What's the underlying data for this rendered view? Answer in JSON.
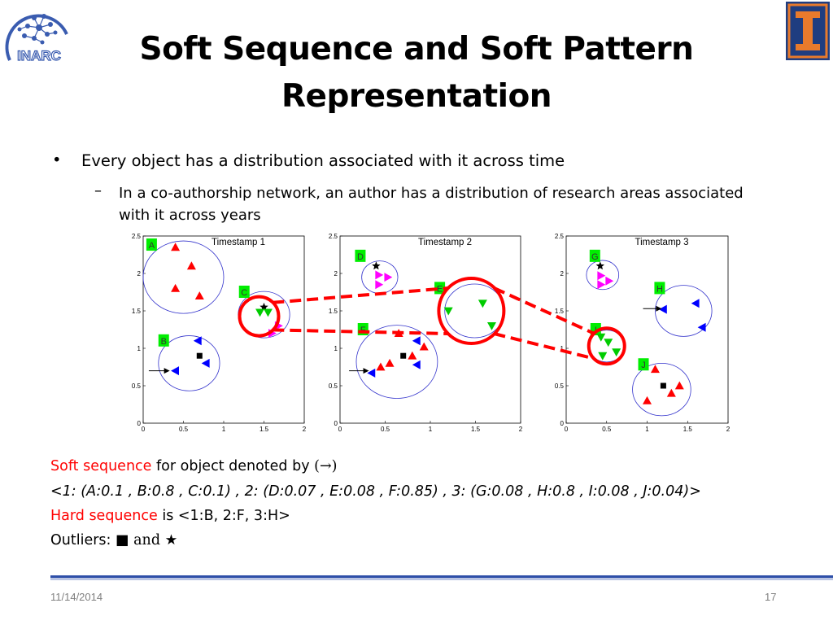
{
  "logos": {
    "left_text": "INARC",
    "right_text": "I"
  },
  "title": "Soft Sequence and Soft Pattern Representation",
  "bullet1": "Every object has a distribution associated with it across time",
  "bullet2": "In a co-authorship network, an author has a distribution of research areas associated with it across years",
  "bullet_symbol": "•",
  "dash_symbol": "–",
  "soft_sequence_label": "Soft sequence",
  "soft_sequence_rest": " for object denoted by ",
  "arrow_symbol": "(→)",
  "sequence_line": "<1: (A:0.1 , B:0.8 , C:0.1) , 2: (D:0.07 , E:0.08 , F:0.85) , 3: (G:0.08 , H:0.8 , I:0.08 , J:0.04)>",
  "hard_sequence_label": "Hard sequence",
  "hard_sequence_rest": " is <1:B, 2:F, 3:H>",
  "outliers_label": "Outliers: ",
  "outlier_square": "■",
  "outliers_and": " and ",
  "outlier_star": "★",
  "footer": {
    "date": "11/14/2014",
    "page": "17"
  },
  "colors": {
    "red": "#ff0000",
    "green": "#00cc00",
    "blue": "#0000ff",
    "magenta": "#ff00ff",
    "circle": "#3333cc",
    "label_bg": "#00ee00",
    "highlight": "#ff0000",
    "footer_blue": "#2e4fa8"
  },
  "chart_data": [
    {
      "type": "scatter",
      "title": "Timestamp 1",
      "xlim": [
        0,
        2
      ],
      "ylim": [
        0,
        2.5
      ],
      "xticks": [
        "0",
        "0.5",
        "1",
        "1.5",
        "2"
      ],
      "yticks": [
        "0",
        "0.5",
        "1",
        "1.5",
        "2",
        "2.5"
      ],
      "clusters": [
        {
          "label": "A",
          "cx": 0.5,
          "cy": 1.95,
          "r": 0.5,
          "label_x": 0.1,
          "label_y": 2.38,
          "points": [
            {
              "x": 0.4,
              "y": 2.35,
              "shape": "tri-up",
              "color": "red"
            },
            {
              "x": 0.6,
              "y": 2.1,
              "shape": "tri-up",
              "color": "red"
            },
            {
              "x": 0.4,
              "y": 1.8,
              "shape": "tri-up",
              "color": "red"
            },
            {
              "x": 0.7,
              "y": 1.7,
              "shape": "tri-up",
              "color": "red"
            }
          ]
        },
        {
          "label": "B",
          "cx": 0.57,
          "cy": 0.8,
          "r": 0.38,
          "label_x": 0.25,
          "label_y": 1.1,
          "points": [
            {
              "x": 0.68,
              "y": 1.1,
              "shape": "tri-left",
              "color": "blue"
            },
            {
              "x": 0.7,
              "y": 0.9,
              "shape": "square",
              "color": "black"
            },
            {
              "x": 0.78,
              "y": 0.8,
              "shape": "tri-left",
              "color": "blue"
            },
            {
              "x": 0.4,
              "y": 0.7,
              "shape": "tri-left",
              "color": "blue"
            }
          ]
        },
        {
          "label": "C",
          "cx": 1.5,
          "cy": 1.45,
          "r": 0.32,
          "label_x": 1.25,
          "label_y": 1.75,
          "points": [
            {
              "x": 1.5,
              "y": 1.55,
              "shape": "star",
              "color": "black"
            },
            {
              "x": 1.45,
              "y": 1.48,
              "shape": "tri-down",
              "color": "green"
            },
            {
              "x": 1.55,
              "y": 1.48,
              "shape": "tri-down",
              "color": "green"
            },
            {
              "x": 1.68,
              "y": 1.3,
              "shape": "tri-right",
              "color": "magenta"
            },
            {
              "x": 1.6,
              "y": 1.2,
              "shape": "tri-right",
              "color": "magenta"
            }
          ]
        }
      ],
      "arrow": {
        "x1": 0.07,
        "y1": 0.7,
        "x2": 0.33,
        "y2": 0.7
      }
    },
    {
      "type": "scatter",
      "title": "Timestamp 2",
      "xlim": [
        0,
        2
      ],
      "ylim": [
        0,
        2.5
      ],
      "xticks": [
        "0",
        "0.5",
        "1",
        "1.5",
        "2"
      ],
      "yticks": [
        "0",
        "0.5",
        "1",
        "1.5",
        "2",
        "2.5"
      ],
      "clusters": [
        {
          "label": "D",
          "cx": 0.44,
          "cy": 1.95,
          "r": 0.2,
          "label_x": 0.22,
          "label_y": 2.23,
          "points": [
            {
              "x": 0.4,
              "y": 2.1,
              "shape": "star",
              "color": "black"
            },
            {
              "x": 0.43,
              "y": 1.98,
              "shape": "tri-right",
              "color": "magenta"
            },
            {
              "x": 0.53,
              "y": 1.95,
              "shape": "tri-right",
              "color": "magenta"
            },
            {
              "x": 0.43,
              "y": 1.85,
              "shape": "tri-right",
              "color": "magenta"
            }
          ]
        },
        {
          "label": "E",
          "cx": 1.49,
          "cy": 1.5,
          "r": 0.33,
          "label_x": 1.1,
          "label_y": 1.8,
          "points": [
            {
              "x": 1.2,
              "y": 1.5,
              "shape": "tri-down",
              "color": "green"
            },
            {
              "x": 1.58,
              "y": 1.6,
              "shape": "tri-down",
              "color": "green"
            },
            {
              "x": 1.68,
              "y": 1.3,
              "shape": "tri-down",
              "color": "green"
            }
          ]
        },
        {
          "label": "F",
          "cx": 0.63,
          "cy": 0.82,
          "r": 0.45,
          "label_x": 0.25,
          "label_y": 1.25,
          "points": [
            {
              "x": 0.65,
              "y": 1.2,
              "shape": "tri-up",
              "color": "red"
            },
            {
              "x": 0.85,
              "y": 1.1,
              "shape": "tri-left",
              "color": "blue"
            },
            {
              "x": 0.93,
              "y": 1.02,
              "shape": "tri-up",
              "color": "red"
            },
            {
              "x": 0.7,
              "y": 0.9,
              "shape": "square",
              "color": "black"
            },
            {
              "x": 0.8,
              "y": 0.9,
              "shape": "tri-up",
              "color": "red"
            },
            {
              "x": 0.55,
              "y": 0.8,
              "shape": "tri-up",
              "color": "red"
            },
            {
              "x": 0.45,
              "y": 0.75,
              "shape": "tri-up",
              "color": "red"
            },
            {
              "x": 0.85,
              "y": 0.78,
              "shape": "tri-left",
              "color": "blue"
            },
            {
              "x": 0.35,
              "y": 0.67,
              "shape": "tri-left",
              "color": "blue"
            }
          ]
        }
      ],
      "arrow": {
        "x1": 0.1,
        "y1": 0.7,
        "x2": 0.32,
        "y2": 0.7
      }
    },
    {
      "type": "scatter",
      "title": "Timestamp 3",
      "xlim": [
        0,
        2
      ],
      "ylim": [
        0,
        2.5
      ],
      "xticks": [
        "0",
        "0.5",
        "1",
        "1.5",
        "2"
      ],
      "yticks": [
        "0",
        "0.5",
        "1",
        "1.5",
        "2",
        "2.5"
      ],
      "clusters": [
        {
          "label": "G",
          "cx": 0.45,
          "cy": 1.98,
          "r": 0.2,
          "label_x": 0.35,
          "label_y": 2.23,
          "points": [
            {
              "x": 0.42,
              "y": 2.1,
              "shape": "star",
              "color": "black"
            },
            {
              "x": 0.43,
              "y": 1.97,
              "shape": "tri-right",
              "color": "magenta"
            },
            {
              "x": 0.53,
              "y": 1.9,
              "shape": "tri-right",
              "color": "magenta"
            },
            {
              "x": 0.43,
              "y": 1.85,
              "shape": "tri-right",
              "color": "magenta"
            }
          ]
        },
        {
          "label": "H",
          "cx": 1.45,
          "cy": 1.5,
          "r": 0.35,
          "label_x": 1.15,
          "label_y": 1.8,
          "points": [
            {
              "x": 1.6,
              "y": 1.6,
              "shape": "tri-left",
              "color": "blue"
            },
            {
              "x": 1.2,
              "y": 1.52,
              "shape": "tri-left",
              "color": "blue"
            },
            {
              "x": 1.68,
              "y": 1.28,
              "shape": "tri-left",
              "color": "blue"
            }
          ]
        },
        {
          "label": "I",
          "cx": 0.5,
          "cy": 1.03,
          "r": 0.22,
          "label_x": 0.36,
          "label_y": 1.25,
          "points": [
            {
              "x": 0.43,
              "y": 1.15,
              "shape": "tri-down",
              "color": "green"
            },
            {
              "x": 0.52,
              "y": 1.08,
              "shape": "tri-down",
              "color": "green"
            },
            {
              "x": 0.62,
              "y": 0.95,
              "shape": "tri-down",
              "color": "green"
            },
            {
              "x": 0.45,
              "y": 0.9,
              "shape": "tri-down",
              "color": "green"
            }
          ]
        },
        {
          "label": "J",
          "cx": 1.18,
          "cy": 0.45,
          "r": 0.36,
          "label_x": 0.95,
          "label_y": 0.78,
          "points": [
            {
              "x": 1.1,
              "y": 0.72,
              "shape": "tri-up",
              "color": "red"
            },
            {
              "x": 1.2,
              "y": 0.5,
              "shape": "square",
              "color": "black"
            },
            {
              "x": 1.4,
              "y": 0.5,
              "shape": "tri-up",
              "color": "red"
            },
            {
              "x": 1.3,
              "y": 0.4,
              "shape": "tri-up",
              "color": "red"
            },
            {
              "x": 1.0,
              "y": 0.3,
              "shape": "tri-up",
              "color": "red"
            }
          ]
        }
      ],
      "arrow": {
        "x1": 0.95,
        "y1": 1.53,
        "x2": 1.18,
        "y2": 1.53
      }
    }
  ]
}
